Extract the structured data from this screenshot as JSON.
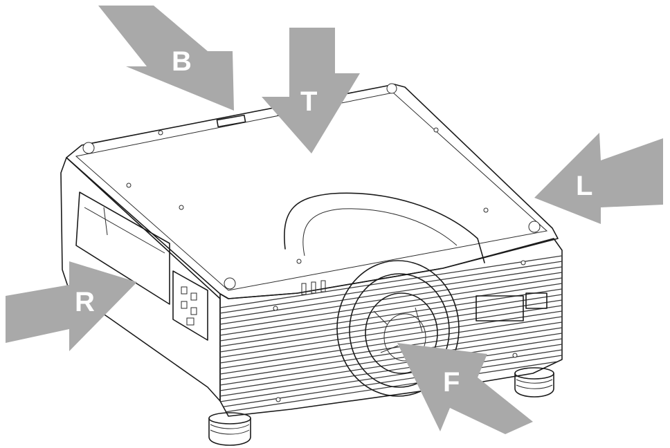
{
  "diagram": {
    "arrows": [
      {
        "id": "back",
        "label": "B",
        "color": "#a9a9a9"
      },
      {
        "id": "top",
        "label": "T",
        "color": "#a9a9a9"
      },
      {
        "id": "left",
        "label": "L",
        "color": "#a9a9a9"
      },
      {
        "id": "right",
        "label": "R",
        "color": "#a9a9a9"
      },
      {
        "id": "front",
        "label": "F",
        "color": "#a9a9a9"
      }
    ],
    "subject_icon": "projector-icon",
    "line_color": "#1a1a1a",
    "background": "#ffffff"
  }
}
